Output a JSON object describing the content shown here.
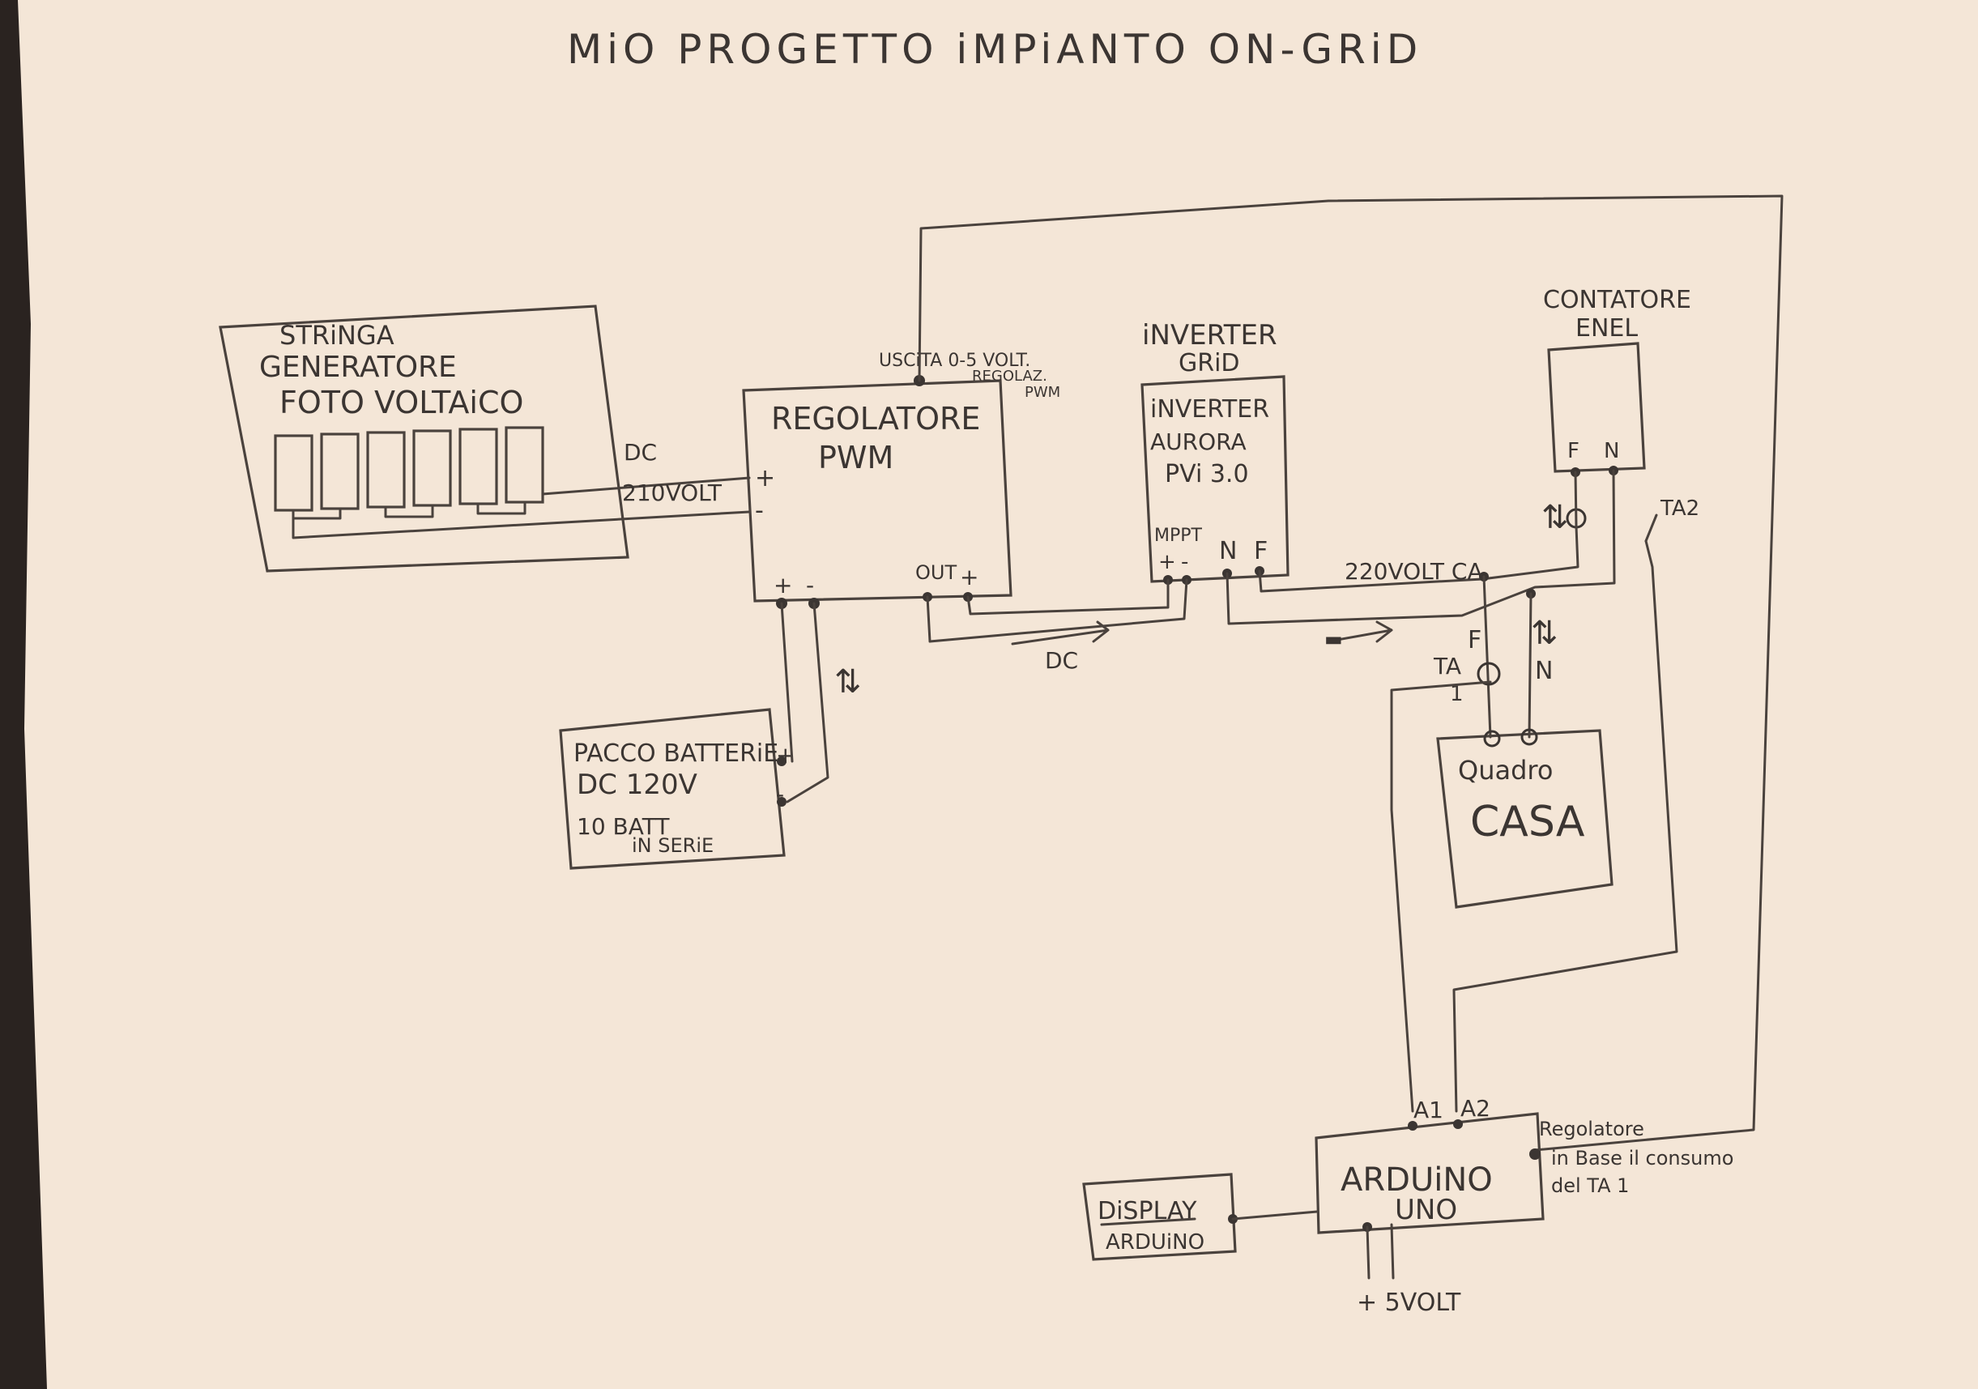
{
  "title": "MiO PROGETTO iMPiANTO ON-GRiD",
  "pv": {
    "line1": "STRiNGA",
    "line2": "GENERATORE",
    "line3": "FOTO VOLTAiCO"
  },
  "pv_link": {
    "dc": "DC",
    "volt": "210VOLT"
  },
  "regulator": {
    "line1": "REGOLATORE",
    "line2": "PWM",
    "out_label_1": "USCiTA 0-5 VOLT.",
    "out_label_2": "REGOLAZ.",
    "out_label_3": "PWM",
    "out": "OUT"
  },
  "battery": {
    "line1": "PACCO BATTERiE",
    "line2": "DC 120V",
    "line3": "10 BATT",
    "line4": "iN SERiE"
  },
  "inverter": {
    "head1": "iNVERTER",
    "head2": "GRiD",
    "line1": "iNVERTER",
    "line2": "AURORA",
    "line3": "PVi 3.0",
    "mppt": "MPPT",
    "n": "N",
    "f": "F"
  },
  "dc_flow": "DC",
  "meter": {
    "line1": "CONTATORE",
    "line2": "ENEL",
    "f": "F",
    "n": "N",
    "ta2": "TA2"
  },
  "ac_link": {
    "label": "220VOLT CA",
    "f": "F",
    "n": "N",
    "ta": "TA",
    "ta_num": "1"
  },
  "house": {
    "line1": "Quadro",
    "line2": "CASA"
  },
  "arduino": {
    "line1": "ARDUiNO",
    "line2": "UNO",
    "a1": "A1",
    "a2": "A2",
    "note1": "Regolatore",
    "note2": "in Base il consumo",
    "note3": "del TA 1",
    "power": "+ 5VOLT"
  },
  "display": {
    "line1": "DiSPLAY",
    "line2": "ARDUiNO"
  },
  "signs": {
    "plus": "+",
    "minus": "-"
  },
  "colors": {
    "paper": "#f4e6d7",
    "ink": "#3b3532",
    "background": "#2a2320"
  }
}
